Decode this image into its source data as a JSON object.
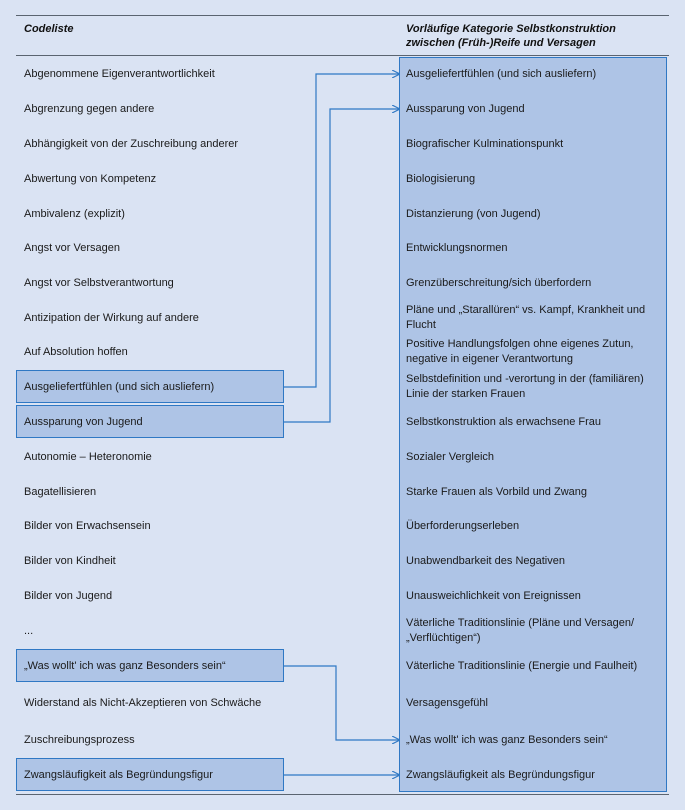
{
  "headers": {
    "left": "Codeliste",
    "right_line1": "Vorläufige Kategorie Selbstkonstruktion",
    "right_line2": "zwischen (Früh-)Reife und Versagen"
  },
  "codes": [
    "Abgenommene Eigenverantwortlichkeit",
    "Abgrenzung gegen andere",
    "Abhängigkeit von der Zuschreibung anderer",
    "Abwertung von Kompetenz",
    "Ambivalenz (explizit)",
    "Angst vor Versagen",
    "Angst vor Selbstverantwortung",
    "Antizipation der Wirkung auf andere",
    "Auf Absolution hoffen",
    "Ausgeliefertfühlen (und sich ausliefern)",
    "Aussparung von Jugend",
    "Autonomie – Heteronomie",
    "Bagatellisieren",
    "Bilder von Erwachsensein",
    "Bilder von Kindheit",
    "Bilder von Jugend",
    "...",
    "„Was wollt' ich was ganz Besonders sein“",
    "Widerstand als Nicht-Akzeptieren von Schwäche",
    "Zuschreibungsprozess",
    "Zwangsläufigkeit als Begründungsfigur"
  ],
  "categories": [
    "Ausgeliefertfühlen (und sich ausliefern)",
    "Aussparung von Jugend",
    "Biografischer Kulminationspunkt",
    "Biologisierung",
    "Distanzierung (von Jugend)",
    "Entwicklungsnormen",
    "Grenzüberschreitung/sich überfordern",
    "Pläne und „Starallüren“ vs. Kampf, Krankheit und Flucht",
    "Positive Handlungsfolgen ohne eigenes Zutun, negative in eigener Verantwortung",
    "Selbstdefinition und -verortung in der (familiären) Linie der starken Frauen",
    "Selbstkonstruktion als erwachsene Frau",
    "Sozialer Vergleich",
    "Starke Frauen als Vorbild und Zwang",
    "Überforderungserleben",
    "Unabwendbarkeit des Negativen",
    "Unausweichlichkeit von Ereignissen",
    "Väterliche Traditionslinie (Pläne und Versagen/„Verflüchtigen“)",
    "Väterliche Traditionslinie (Energie und Faulheit)",
    "Versagensgefühl",
    "„Was wollt' ich was ganz Besonders sein“",
    "Zwangsläufigkeit als Begründungsfigur"
  ],
  "colors": {
    "background": "#dae3f3",
    "highlight": "#aec4e6",
    "arrow": "#2f78c4",
    "rule": "#5a6470"
  }
}
